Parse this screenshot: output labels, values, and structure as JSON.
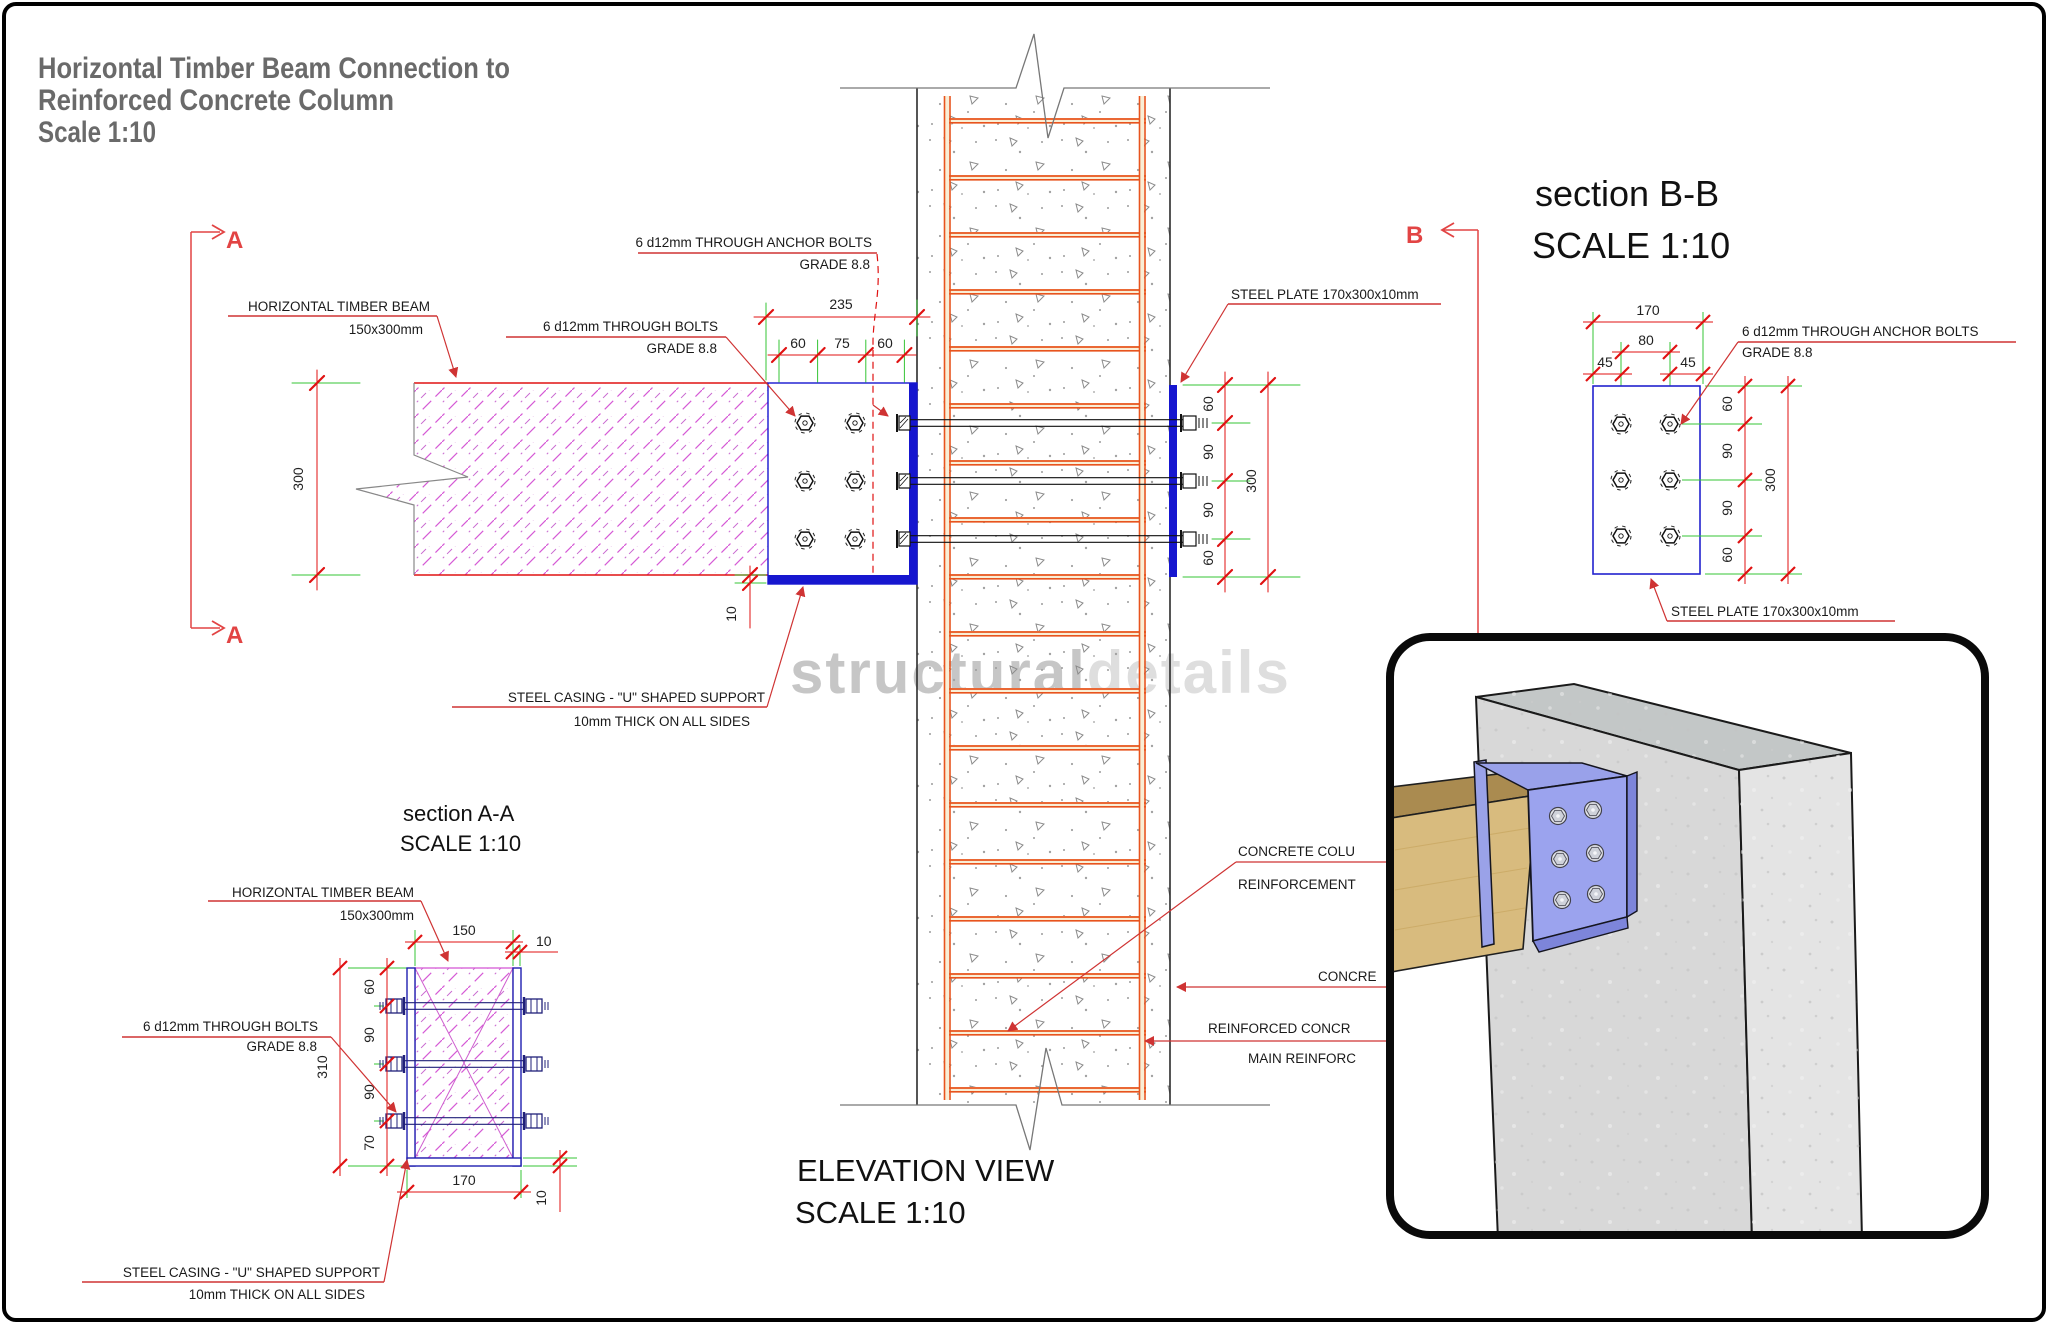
{
  "colors": {
    "dim_red": "#e01212",
    "leader_red": "#cf3333",
    "ext_green": "#35c435",
    "timber_magenta": "#d55ad5",
    "steel_blue": "#1616cf",
    "steel_navy": "#2020b0",
    "rebar_orange": "#e8541e",
    "title_gray": "#6a6a6a",
    "watermark_gray": "#c6c6c6",
    "bracket_purple": "#9ba3ee",
    "timber_tan": "#d8bb7e",
    "concrete_gray": "#dcdcdc"
  },
  "title": {
    "line1": "Horizontal Timber Beam Connection to",
    "line2": "Reinforced Concrete Column",
    "line3": "Scale 1:10"
  },
  "watermark": {
    "part1": "structural",
    "part2": "details"
  },
  "markers": {
    "a": "A",
    "b": "B"
  },
  "elevation": {
    "view_title": "ELEVATION VIEW",
    "view_scale": "SCALE 1:10",
    "labels": {
      "timber_beam_1": "HORIZONTAL TIMBER BEAM",
      "timber_beam_2": "150x300mm",
      "anchor_bolts_1": "6 d12mm THROUGH ANCHOR BOLTS",
      "anchor_bolts_2": "GRADE 8.8",
      "through_bolts_1": "6 d12mm THROUGH BOLTS",
      "through_bolts_2": "GRADE 8.8",
      "steel_plate": "STEEL PLATE 170x300x10mm",
      "steel_casing_1": "STEEL CASING - \"U\" SHAPED SUPPORT",
      "steel_casing_2": "10mm THICK ON ALL SIDES",
      "concrete_column_1": "CONCRETE COLU",
      "concrete_column_2": "REINFORCEMENT",
      "concrete": "CONCRE",
      "rc_main_1": "REINFORCED CONCR",
      "rc_main_2": "MAIN REINFORC"
    },
    "dims": {
      "beam_depth": "300",
      "plate_thk": "10",
      "casing_len": "235",
      "bolt_spacing": [
        "60",
        "75",
        "60"
      ],
      "row_spacing": [
        "60",
        "90",
        "90",
        "60"
      ],
      "plate_height": "300"
    }
  },
  "section_bb": {
    "title": "section B-B",
    "scale": "SCALE 1:10",
    "labels": {
      "anchor_bolts_1": "6 d12mm THROUGH ANCHOR BOLTS",
      "anchor_bolts_2": "GRADE 8.8",
      "steel_plate": "STEEL PLATE 170x300x10mm"
    },
    "dims": {
      "plate_w": "170",
      "col_spacing": "80",
      "edge": [
        "45",
        "45"
      ],
      "row_spacing": [
        "60",
        "90",
        "90",
        "60"
      ],
      "plate_h": "300"
    }
  },
  "section_aa": {
    "title": "section A-A",
    "scale": "SCALE 1:10",
    "labels": {
      "timber_beam_1": "HORIZONTAL TIMBER BEAM",
      "timber_beam_2": "150x300mm",
      "through_bolts_1": "6 d12mm THROUGH BOLTS",
      "through_bolts_2": "GRADE 8.8",
      "steel_casing_1": "STEEL CASING - \"U\" SHAPED SUPPORT",
      "steel_casing_2": "10mm THICK ON ALL SIDES"
    },
    "dims": {
      "beam_w": "150",
      "side_thk": "10",
      "row_spacing": [
        "60",
        "90",
        "90",
        "70"
      ],
      "overall_h": "310",
      "casing_w": "170",
      "bottom_thk": "10"
    }
  }
}
